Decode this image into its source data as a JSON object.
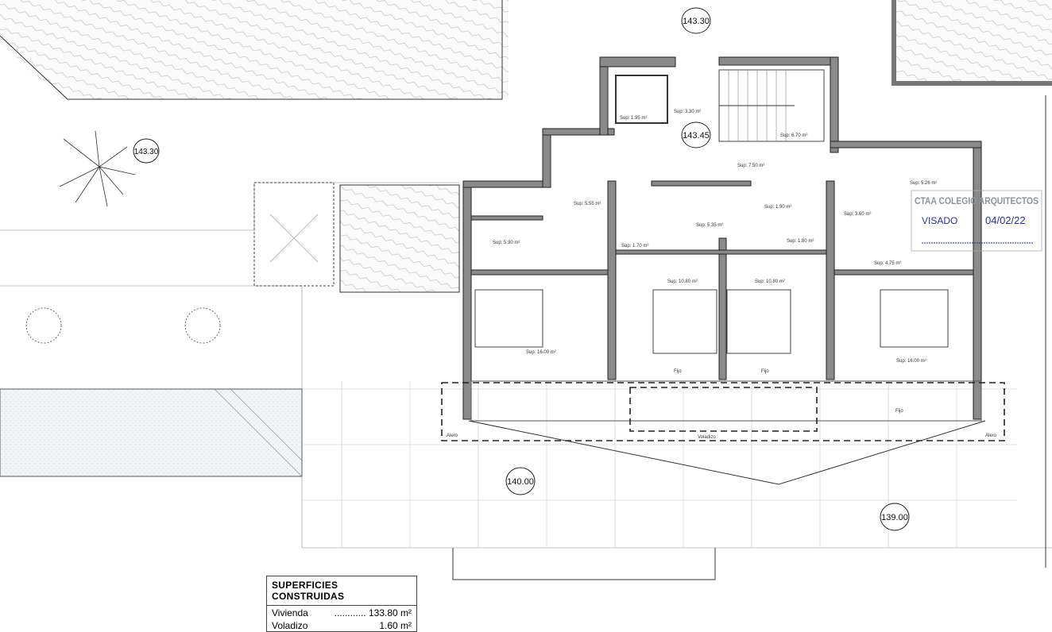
{
  "levels": {
    "top": "143.30",
    "left": "143.30",
    "hall": "143.45",
    "terrace": "140.00",
    "lower": "139.00"
  },
  "rooms": {
    "lift": "Sup: 1.95 m²",
    "landing": "Sup: 3.30 m²",
    "stairs": "Sup: 6.70 m²",
    "hall": "Sup: 7.50 m²",
    "corridor_left": "Sup: 5.55 m²",
    "bath_left": "Sup: 5.90 m²",
    "bath_center": "Sup: 5.35 m²",
    "wc": "Sup: 1.90 m²",
    "dress_left": "Sup: 1.70 m²",
    "dress_center": "Sup: 1.80 m²",
    "corridor_right": "Sup: 3.60 m²",
    "bath_right": "Sup: 5.26 m²",
    "dress_right": "Sup: 4.75 m²",
    "bed_center_a": "Sup: 10.80 m²",
    "bed_center_b": "Sup: 10.80 m²",
    "bed_left": "Sup: 16.00 m²",
    "bed_right": "Sup: 16.00 m²"
  },
  "annotations": {
    "fijo_1": "Fijo",
    "fijo_2": "Fijo",
    "fijo_3": "Fijo",
    "voladizo": "Voladizo",
    "alero_left": "Alero",
    "alero_right": "Alero"
  },
  "stamp": {
    "logo": "CTAA COLEGIO ARQUITECTOS",
    "visado": "VISADO",
    "date": "04/02/22",
    "color": "#2b2f9e"
  },
  "surfaces_table": {
    "title": "SUPERFICIES CONSTRUIDAS",
    "rows": [
      {
        "label": "Vivienda",
        "dots": "............",
        "value": "133.80 m²"
      },
      {
        "label": "Voladizo",
        "dots": "",
        "value": "1.60 m²"
      }
    ]
  }
}
